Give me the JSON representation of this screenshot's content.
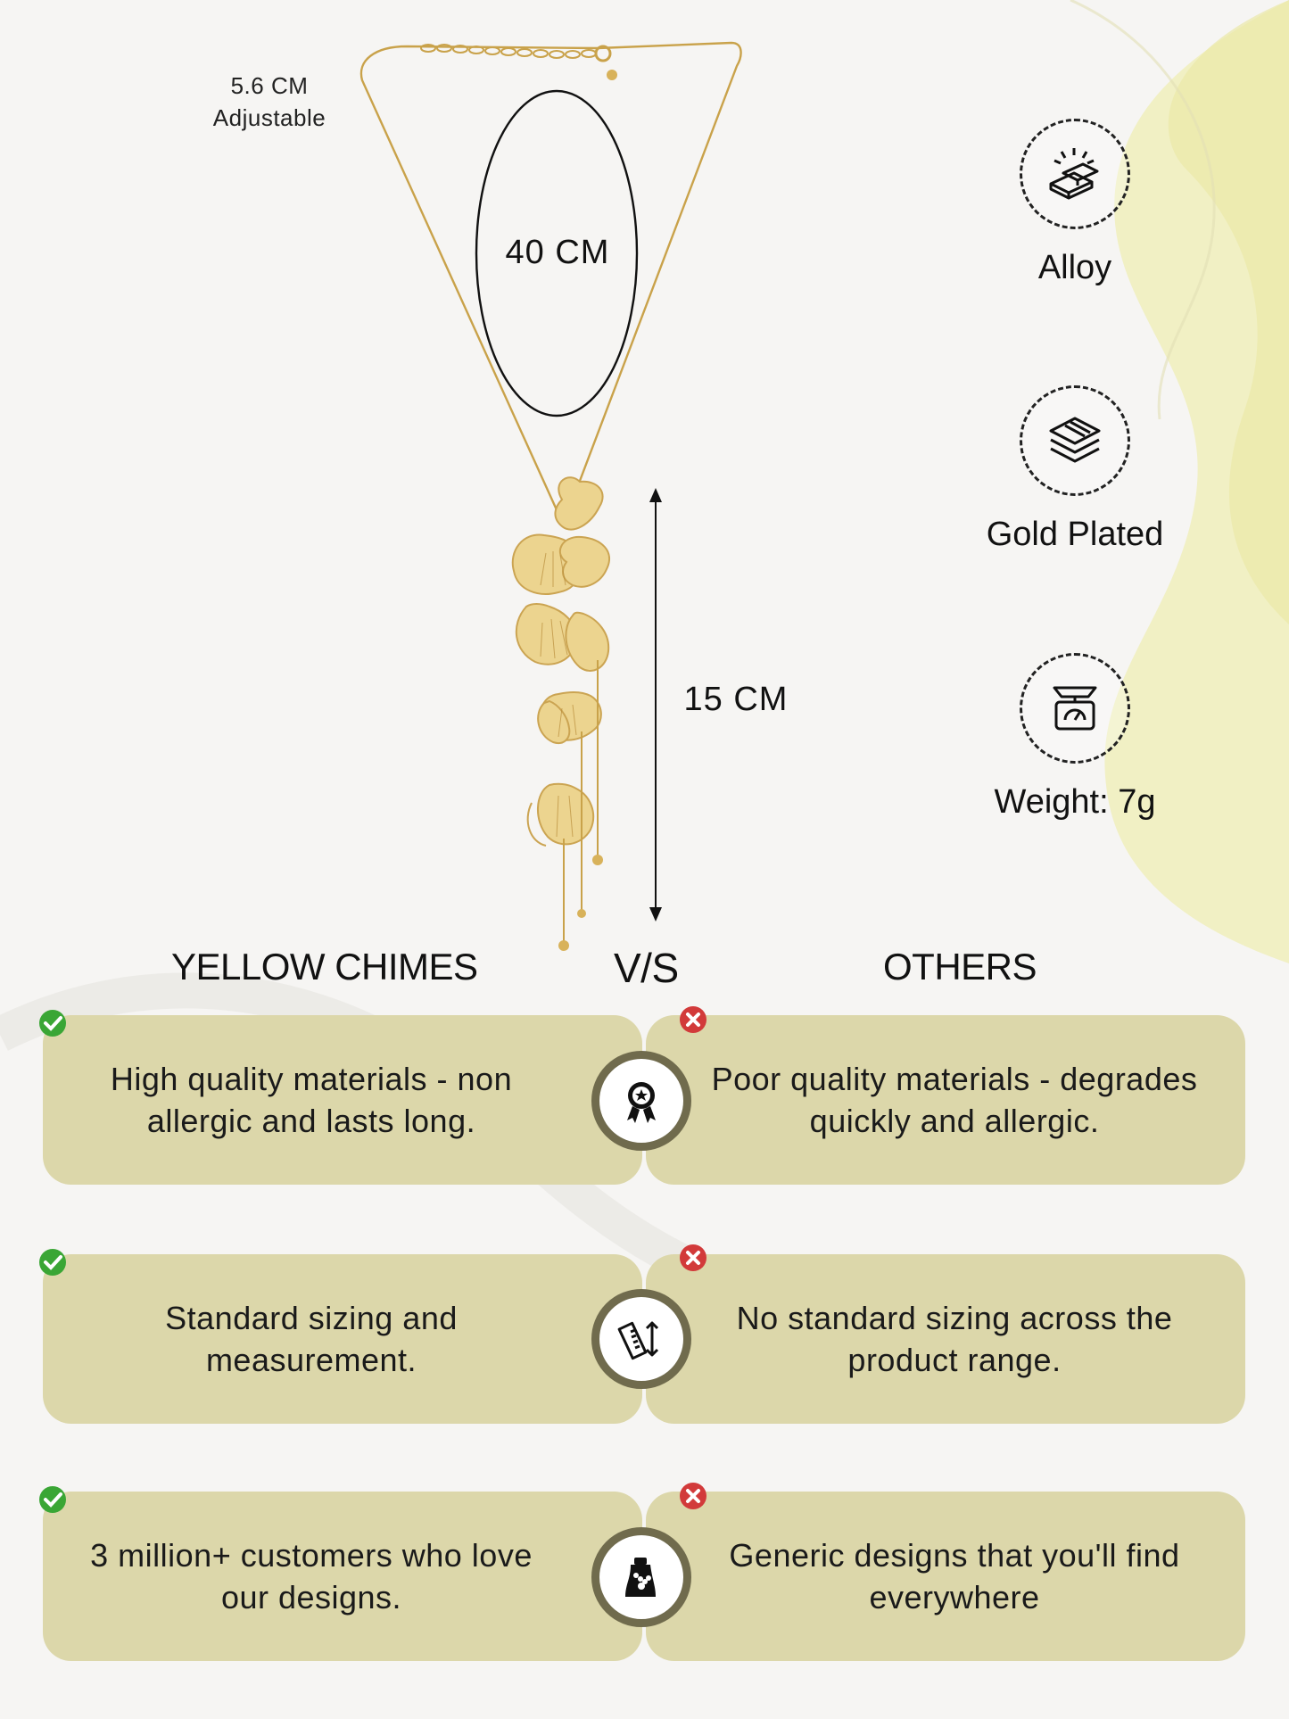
{
  "dimensions": {
    "adjustable_length": "5.6 CM",
    "adjustable_word": "Adjustable",
    "chain_length": "40 CM",
    "pendant_length": "15 CM"
  },
  "features": [
    {
      "label": "Alloy",
      "icon": "gold-bars-icon"
    },
    {
      "label": "Gold Plated",
      "icon": "layers-icon"
    },
    {
      "label": "Weight: 7g",
      "icon": "scale-icon"
    }
  ],
  "comparison": {
    "brand_heading": "YELLOW CHIMES",
    "vs_heading": "V/S",
    "others_heading": "OTHERS",
    "rows": [
      {
        "ours": "High quality materials - non allergic and lasts long.",
        "theirs": "Poor quality materials - degrades quickly and allergic.",
        "icon": "quality-badge-icon"
      },
      {
        "ours": "Standard sizing and measurement.",
        "theirs": "No standard sizing across the product range.",
        "icon": "ruler-measure-icon"
      },
      {
        "ours": "3 million+ customers who love our designs.",
        "theirs": "Generic designs that you'll find everywhere",
        "icon": "jewelry-bust-icon"
      }
    ]
  },
  "colors": {
    "card": "#dcd7aa",
    "badge_ring": "#706b4d",
    "check": "#3aa635",
    "cross": "#d23a3a",
    "accent_wave": "#eeecb0"
  }
}
